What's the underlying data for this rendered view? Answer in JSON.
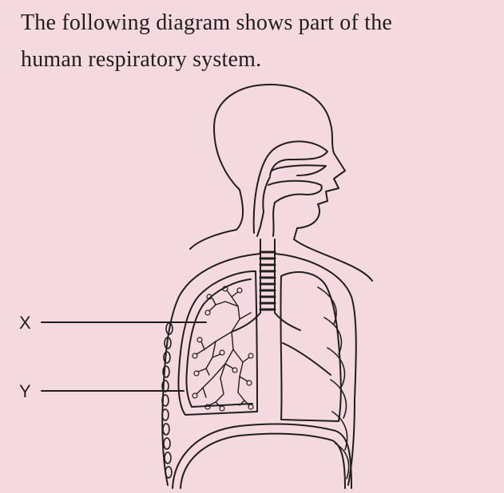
{
  "question": {
    "line1": "The following diagram shows part of the",
    "line2": "human respiratory system."
  },
  "labels": {
    "x": "X",
    "y": "Y"
  },
  "colors": {
    "background": "#f5d9e1",
    "ink": "#1e1e1e"
  }
}
